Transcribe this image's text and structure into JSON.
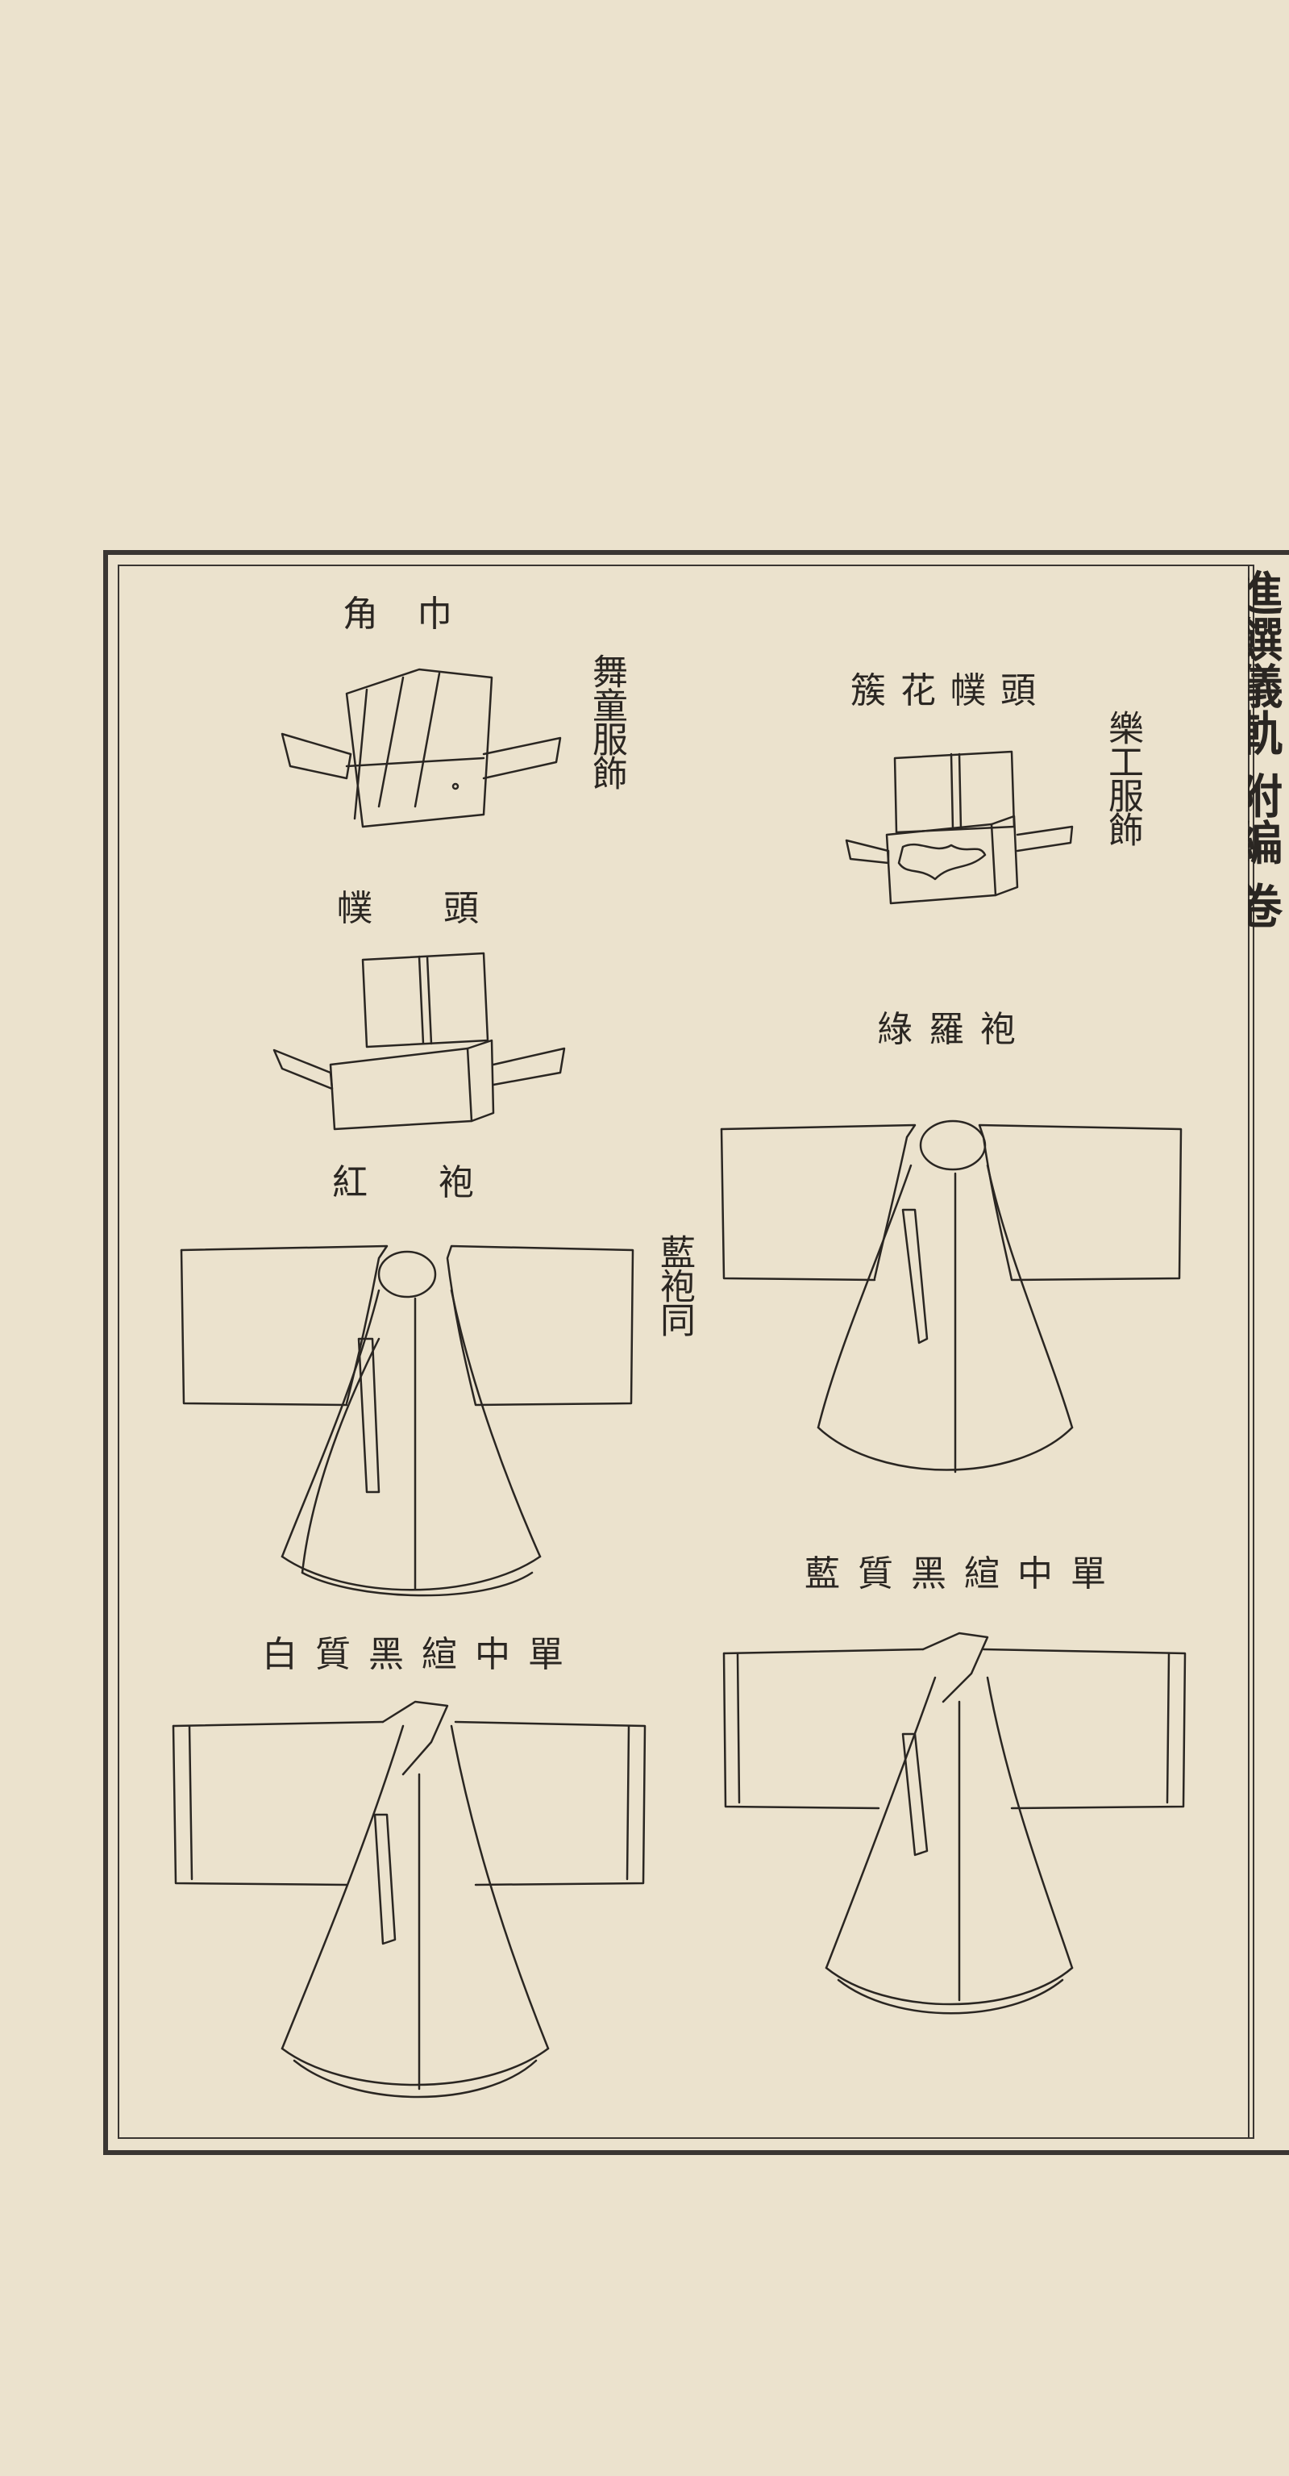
{
  "margin_title": "進饌儀軌 附編 卷",
  "sections": {
    "dancer_costume": "舞童服飾",
    "musician_costume": "樂工服飾"
  },
  "items": {
    "gakgeon": "角巾",
    "bokdu": "幞頭",
    "hongpo": "紅袍",
    "hongpo_note": "藍袍同",
    "chokwa_bokdu": "簇花幞頭",
    "nokrapo": "綠羅袍",
    "baekjil_jungdan": "白質黑縇中單",
    "namjil_jungdan": "藍質黑縇中單"
  },
  "colors": {
    "paper": "#ebe2cd",
    "ink": "#2a2622"
  }
}
